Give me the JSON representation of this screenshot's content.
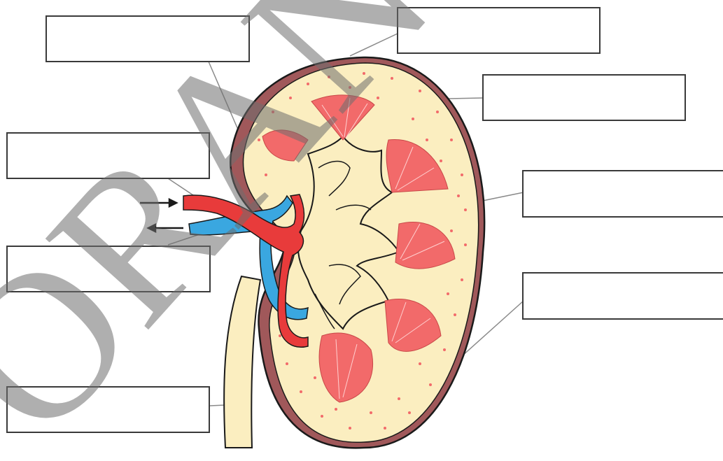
{
  "diagram": {
    "subject": "kidney-cross-section",
    "labels": [
      {
        "id": "label-top-left",
        "text": ""
      },
      {
        "id": "label-top-right",
        "text": ""
      },
      {
        "id": "label-right-upper",
        "text": ""
      },
      {
        "id": "label-left-upper",
        "text": ""
      },
      {
        "id": "label-right-middle",
        "text": ""
      },
      {
        "id": "label-left-middle",
        "text": ""
      },
      {
        "id": "label-right-lower",
        "text": ""
      },
      {
        "id": "label-bottom-left",
        "text": ""
      }
    ],
    "watermark": {
      "text": "ORANSI",
      "color": "#6e6e6e"
    },
    "colors": {
      "cortex": "#fbeec0",
      "capsule": "#a0585a",
      "pyramid": "#f26a6a",
      "artery": "#e83b3b",
      "vein": "#3aa7e0",
      "outline": "#1a1a1a"
    }
  }
}
